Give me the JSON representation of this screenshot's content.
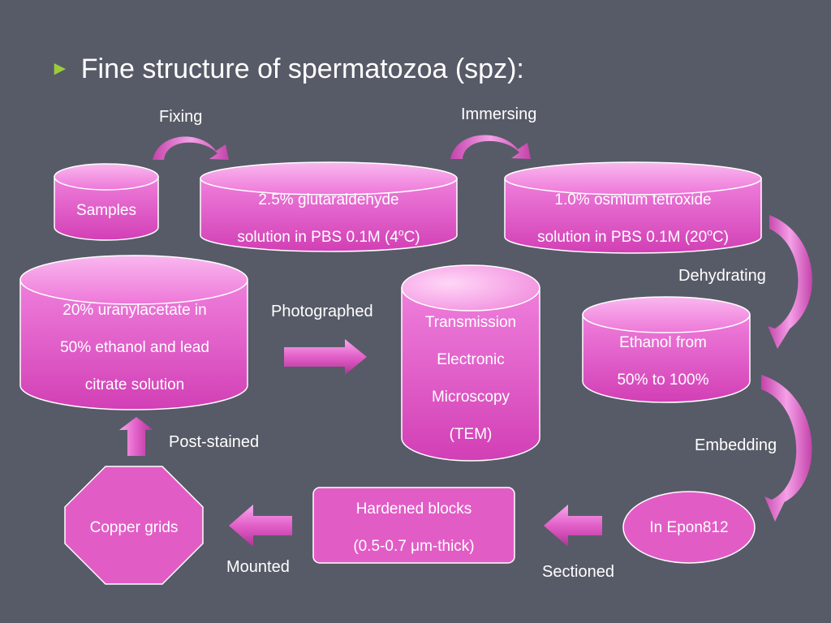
{
  "title": "Fine structure of spermatozoa (spz):",
  "nodes": {
    "samples": "Samples",
    "glutaraldehyde_line1": "2.5% glutaraldehyde",
    "glutaraldehyde_line2": "solution in PBS 0.1M (4",
    "glutaraldehyde_sup": "o",
    "glutaraldehyde_end": "C)",
    "osmium_line1": "1.0% osmium tetroxide",
    "osmium_line2": "solution in PBS 0.1M (20",
    "osmium_sup": "o",
    "osmium_end": "C)",
    "uranyl_line1": "20% uranylacetate in",
    "uranyl_line2": "50% ethanol and lead",
    "uranyl_line3": "citrate solution",
    "tem_line1": "Transmission",
    "tem_line2": "Electronic",
    "tem_line3": "Microscopy",
    "tem_line4": "(TEM)",
    "ethanol_line1": "Ethanol from",
    "ethanol_line2": "50% to 100%",
    "epon": "In Epon812",
    "blocks_line1": "Hardened blocks",
    "blocks_line2": "(0.5-0.7 μm-thick)",
    "copper": "Copper grids"
  },
  "steps": {
    "fixing": "Fixing",
    "immersing": "Immersing",
    "dehydrating": "Dehydrating",
    "photographed": "Photographed",
    "embedding": "Embedding",
    "post_stained": "Post-stained",
    "mounted": "Mounted",
    "sectioned": "Sectioned"
  },
  "colors": {
    "background": "#575b67",
    "shape_fill": "#e455c7",
    "shape_light": "#f59be6",
    "bullet": "#9ccc3a",
    "text": "#ffffff"
  }
}
